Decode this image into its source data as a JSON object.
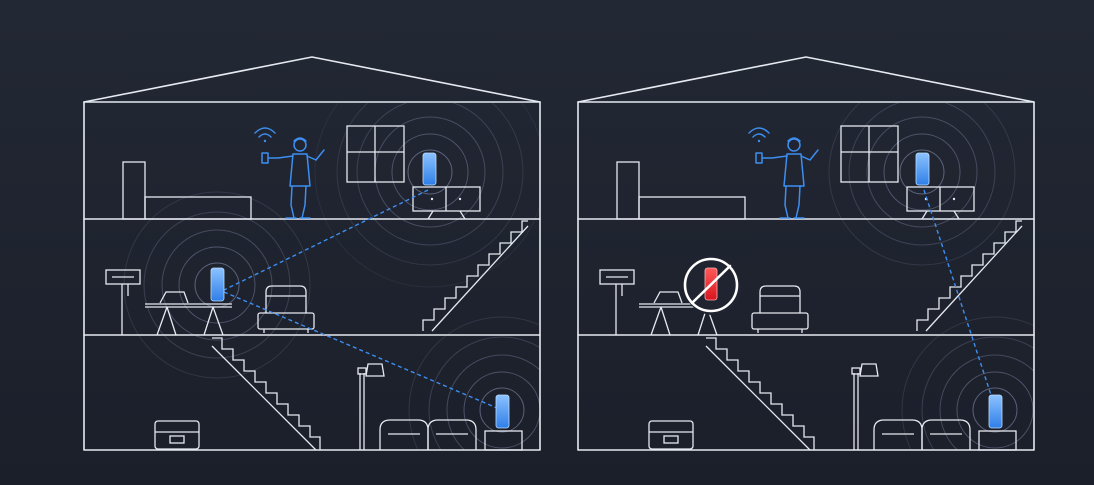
{
  "colors": {
    "background": "#1f2430",
    "outline": "#e6e9f0",
    "node_ok": "#2f7fe8",
    "node_ok_light": "#79b7ff",
    "node_failed": "#e0202b",
    "signal_link": "#3d8ef0",
    "person": "#3d8ef0",
    "ripple": "#8a93b5"
  },
  "icons": [
    "wifi-icon",
    "mesh-node-icon",
    "blocked-icon",
    "person-icon"
  ],
  "scenarios": [
    {
      "id": "left",
      "nodes": [
        {
          "floor": "upper",
          "status": "online",
          "wifi_coverage": true
        },
        {
          "floor": "middle",
          "status": "online",
          "wifi_coverage": true
        },
        {
          "floor": "basement",
          "status": "online",
          "wifi_coverage": true
        }
      ],
      "links": [
        [
          "upper",
          "middle"
        ],
        [
          "middle",
          "basement"
        ]
      ]
    },
    {
      "id": "right",
      "nodes": [
        {
          "floor": "upper",
          "status": "online",
          "wifi_coverage": true
        },
        {
          "floor": "middle",
          "status": "failed",
          "wifi_coverage": false
        },
        {
          "floor": "basement",
          "status": "online",
          "wifi_coverage": true
        }
      ],
      "links": [
        [
          "upper",
          "basement"
        ]
      ]
    }
  ]
}
